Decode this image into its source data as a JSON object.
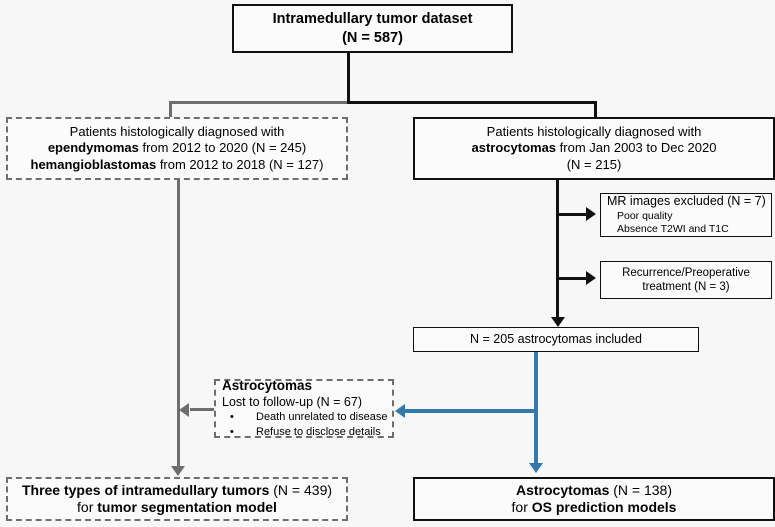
{
  "diagram": {
    "title": "Intramedullary tumor dataset flowchart",
    "colors": {
      "background": "#f7f7f7",
      "solid_border": "#111111",
      "dashed_border": "#6e6e6e",
      "gray_connector": "#6e6e6e",
      "blue_connector": "#3479ab",
      "black_connector": "#111111"
    }
  },
  "nodes": {
    "root": {
      "line1": "Intramedullary tumor dataset",
      "line2": "(N = 587)"
    },
    "left_cohort": {
      "line1": "Patients histologically diagnosed with",
      "line2_bold": "ependymomas",
      "line2_rest": " from 2012 to 2020 (N = 245)",
      "line3_bold": "hemangioblastomas",
      "line3_rest": " from 2012 to 2018 (N = 127)"
    },
    "right_cohort": {
      "line1": "Patients histologically diagnosed with",
      "line2_bold": "astrocytomas",
      "line2_rest": " from Jan 2003 to Dec 2020",
      "line3": "(N = 215)"
    },
    "excluded_mr": {
      "heading": "MR images excluded (N = 7)",
      "items": [
        "Poor quality",
        "Absence T2WI and T1C"
      ]
    },
    "excluded_recurrence": {
      "line1": "Recurrence/Preoperative",
      "line2": "treatment (N = 3)"
    },
    "included": {
      "line1": "N = 205 astrocytomas included"
    },
    "lost_followup": {
      "heading": "Astrocytomas",
      "subheading": "Lost to follow-up (N = 67)",
      "bullet_glyph": "•",
      "items": [
        "Death unrelated to disease",
        "Refuse to disclose details"
      ]
    },
    "final_left": {
      "line1_bold": "Three types of intramedullary tumors",
      "line1_rest": " (N = 439)",
      "line2_pre": "for ",
      "line2_bold": "tumor segmentation model"
    },
    "final_right": {
      "line1_bold": "Astrocytomas",
      "line1_rest": " (N = 138)",
      "line2_pre": "for ",
      "line2_bold": "OS prediction models"
    }
  }
}
